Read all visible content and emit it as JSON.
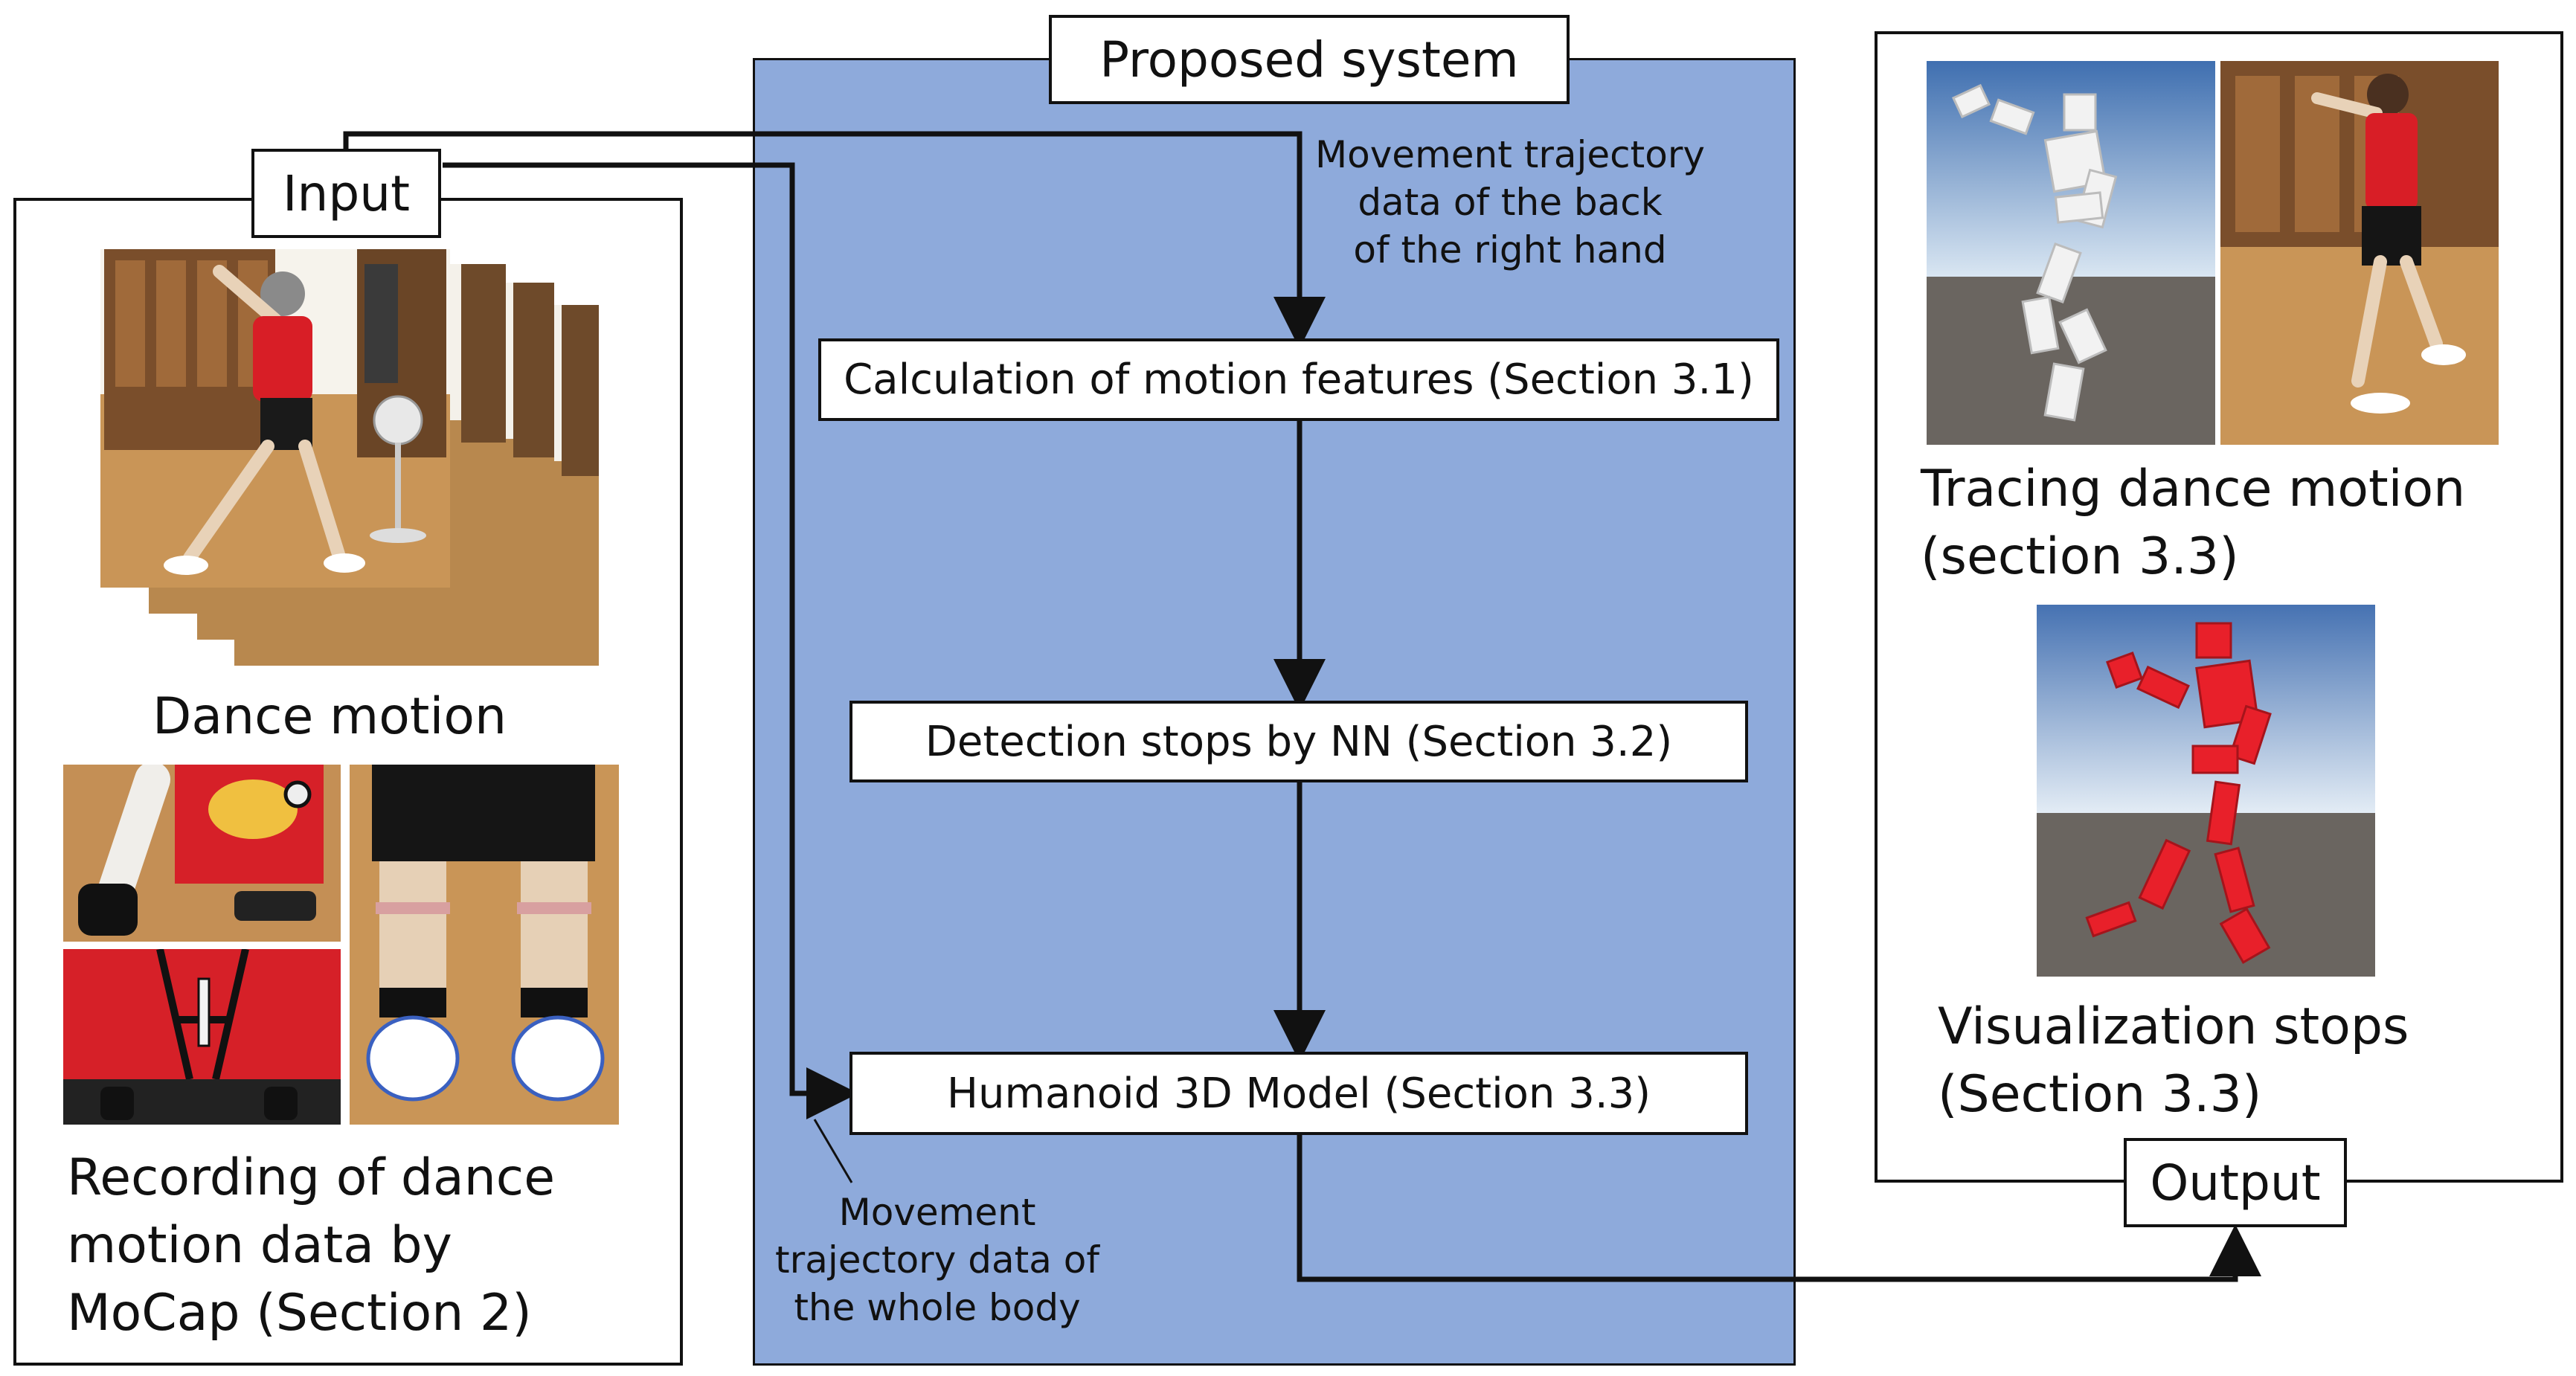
{
  "input_label": "Input",
  "system_label": "Proposed system",
  "output_label": "Output",
  "dance_motion_caption": "Dance motion",
  "recording_caption": [
    "Recording of dance",
    "motion data by",
    "MoCap (Section 2)"
  ],
  "trajectory_hand_note": [
    "Movement trajectory",
    "data of the back",
    "of the right hand"
  ],
  "trajectory_body_note": [
    "Movement",
    "trajectory data of",
    "the whole body"
  ],
  "steps": [
    "Calculation of motion features (Section 3.1)",
    "Detection stops by NN (Section 3.2)",
    "Humanoid 3D Model (Section 3.3)"
  ],
  "tracing_caption": [
    "Tracing dance motion",
    "(section 3.3)"
  ],
  "visualization_caption": [
    "Visualization stops",
    "(Section 3.3)"
  ],
  "colors": {
    "system_fill": "#8eaadb",
    "robot_white": "#f2f2f2",
    "robot_red": "#e8202a"
  }
}
